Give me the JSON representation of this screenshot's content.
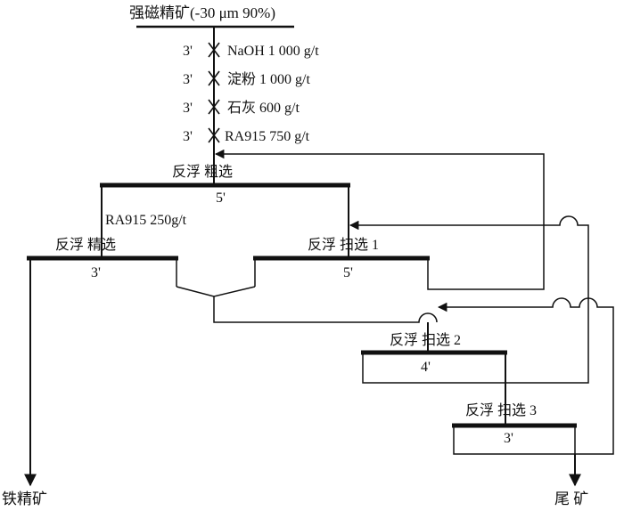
{
  "feed_label": "强磁精矿(-30 μm 90%)",
  "reagents": [
    {
      "time": "3'",
      "name": "NaOH  1 000 g/t"
    },
    {
      "time": "3'",
      "name": "淀粉  1 000 g/t"
    },
    {
      "time": "3'",
      "name": "石灰  600 g/t"
    },
    {
      "time": "3'",
      "name": "RA915  750 g/t"
    }
  ],
  "stages": {
    "rougher": {
      "title": "反浮  粗选",
      "time": "5'"
    },
    "cleaner": {
      "title": "反浮  精选",
      "time": "3'",
      "reagent": "RA915 250g/t"
    },
    "scav1": {
      "title": "反浮  扫选 1",
      "time": "5'"
    },
    "scav2": {
      "title": "反浮  扫选 2",
      "time": "4'"
    },
    "scav3": {
      "title": "反浮  扫选 3",
      "time": "3'"
    }
  },
  "outputs": {
    "concentrate": "铁精矿",
    "tailings": "尾  矿"
  },
  "colors": {
    "line": "#111111",
    "background": "#ffffff"
  }
}
